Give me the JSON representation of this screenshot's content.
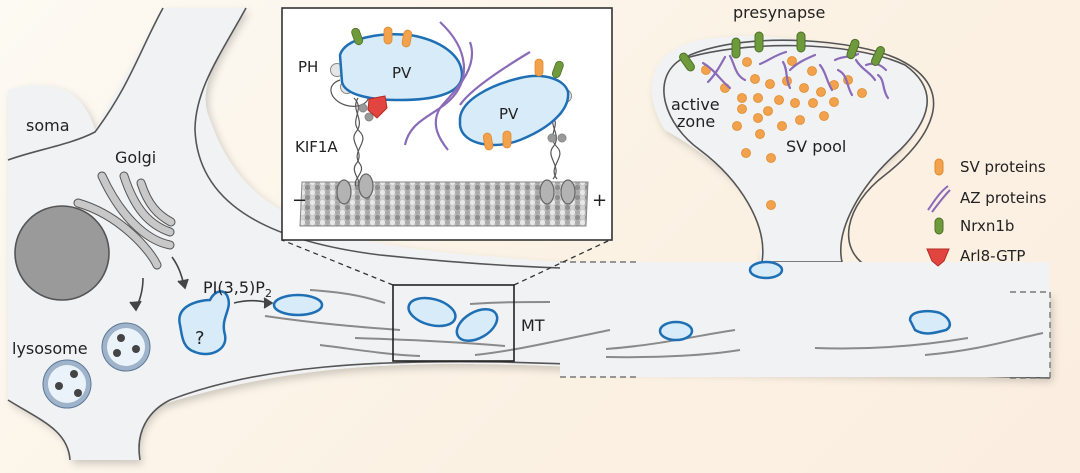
{
  "labels": {
    "soma": "soma",
    "golgi": "Golgi",
    "lysosome": "lysosome",
    "pi35p2": "PI(3,5)P",
    "pi35p2_sub": "2",
    "unknown": "?",
    "mt": "MT",
    "presynapse": "presynapse",
    "active_zone_line1": "active",
    "active_zone_line2": "zone",
    "sv_pool": "SV pool",
    "inset_ph": "PH",
    "inset_pv1": "PV",
    "inset_pv2": "PV",
    "inset_kif1a": "KIF1A",
    "inset_minus": "−",
    "inset_plus": "+"
  },
  "legend": {
    "items": [
      {
        "label": "SV proteins",
        "icon": "sv-protein-icon"
      },
      {
        "label": "AZ proteins",
        "icon": "az-protein-icon"
      },
      {
        "label": "Nrxn1b",
        "icon": "nrxn1b-icon"
      },
      {
        "label": "Arl8-GTP",
        "icon": "arl8-gtp-icon"
      }
    ]
  },
  "colors": {
    "cell_fill": "#f1f2f4",
    "membrane": "#555555",
    "vesicle_fill": "#d7ecf8",
    "vesicle_stroke": "#1f6fb5",
    "sv_protein": "#f2a24c",
    "az_protein": "#8a6bb8",
    "nrxn1b": "#6f9a3c",
    "arl8": "#e2453f",
    "microtubule": "#8a8a8a"
  }
}
